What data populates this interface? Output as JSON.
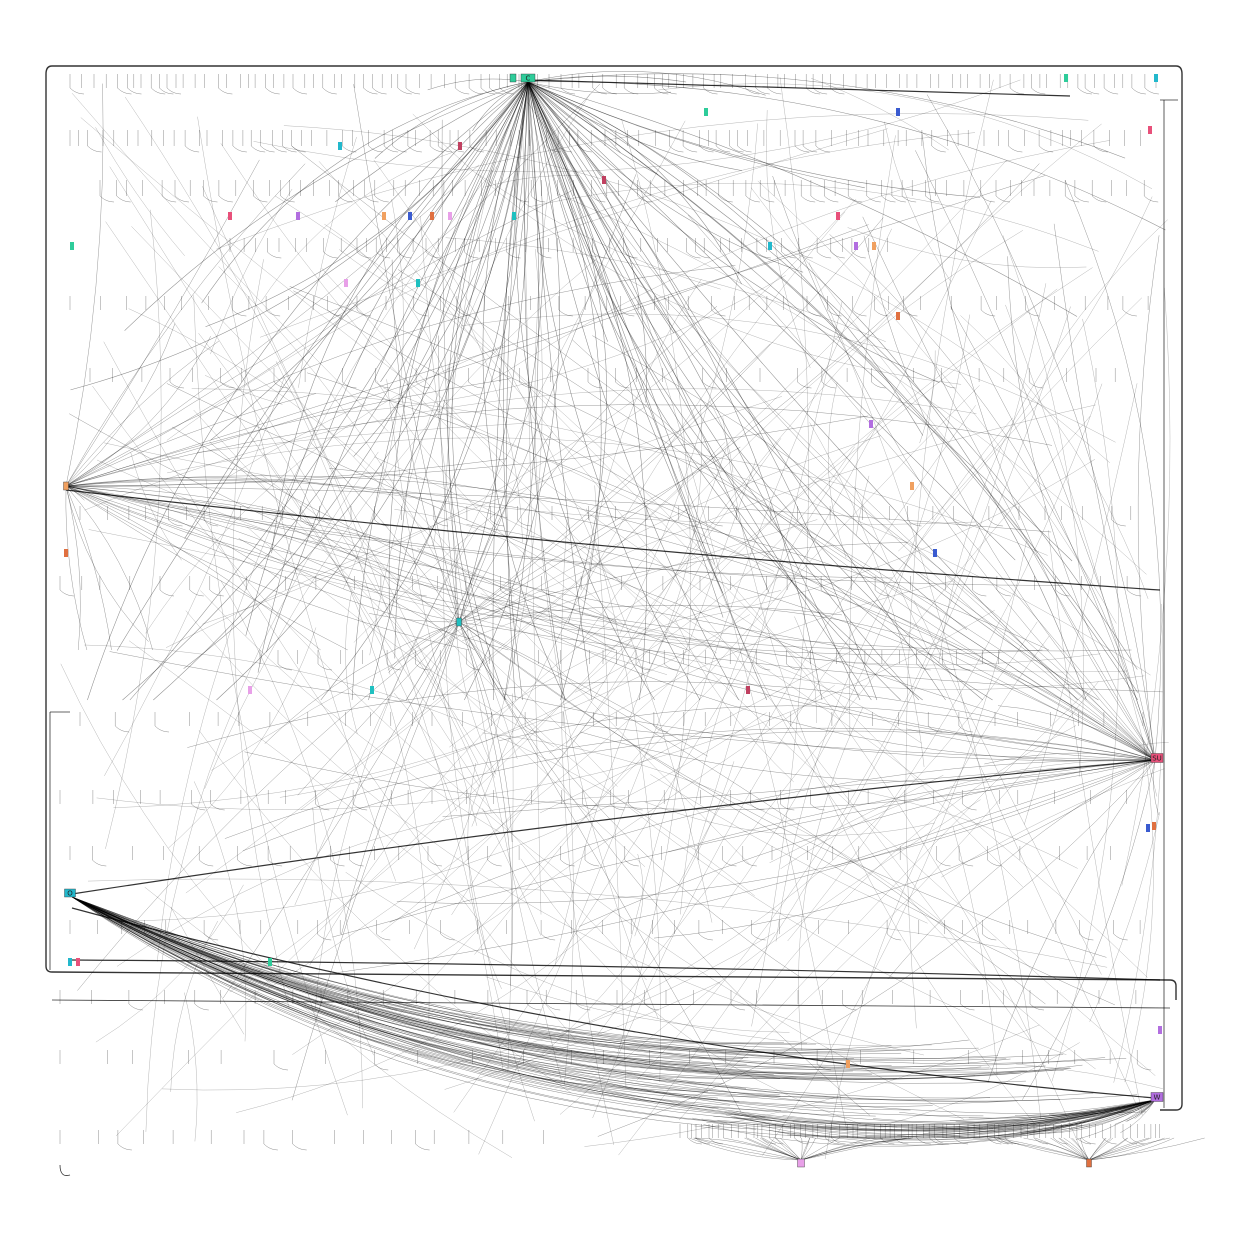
{
  "graph": {
    "layout": "dense-arc-network",
    "background": "#ffffff",
    "edge_color": "#000000",
    "hubs": [
      {
        "id": "hub-top",
        "label": "C",
        "color": "#2ecc9a"
      },
      {
        "id": "hub-right-mid",
        "label": "SU",
        "color": "#e8507a"
      },
      {
        "id": "hub-right-low",
        "label": "W",
        "color": "#b26ee0"
      },
      {
        "id": "hub-left-low",
        "label": "O",
        "color": "#22b8cc"
      },
      {
        "id": "hub-left-mid",
        "label": "",
        "color": "#f0a060"
      },
      {
        "id": "hub-center",
        "label": "",
        "color": "#1fc0c0"
      },
      {
        "id": "hub-bottom-a",
        "label": "",
        "color": "#e8a0e8"
      },
      {
        "id": "hub-bottom-b",
        "label": "",
        "color": "#e07040"
      }
    ],
    "node_palette": [
      "#2ecc9a",
      "#22b8cc",
      "#e8507a",
      "#b26ee0",
      "#f0a060",
      "#3a5bd0",
      "#e07040",
      "#e8a0e8",
      "#1fc0c0",
      "#c04060"
    ]
  }
}
